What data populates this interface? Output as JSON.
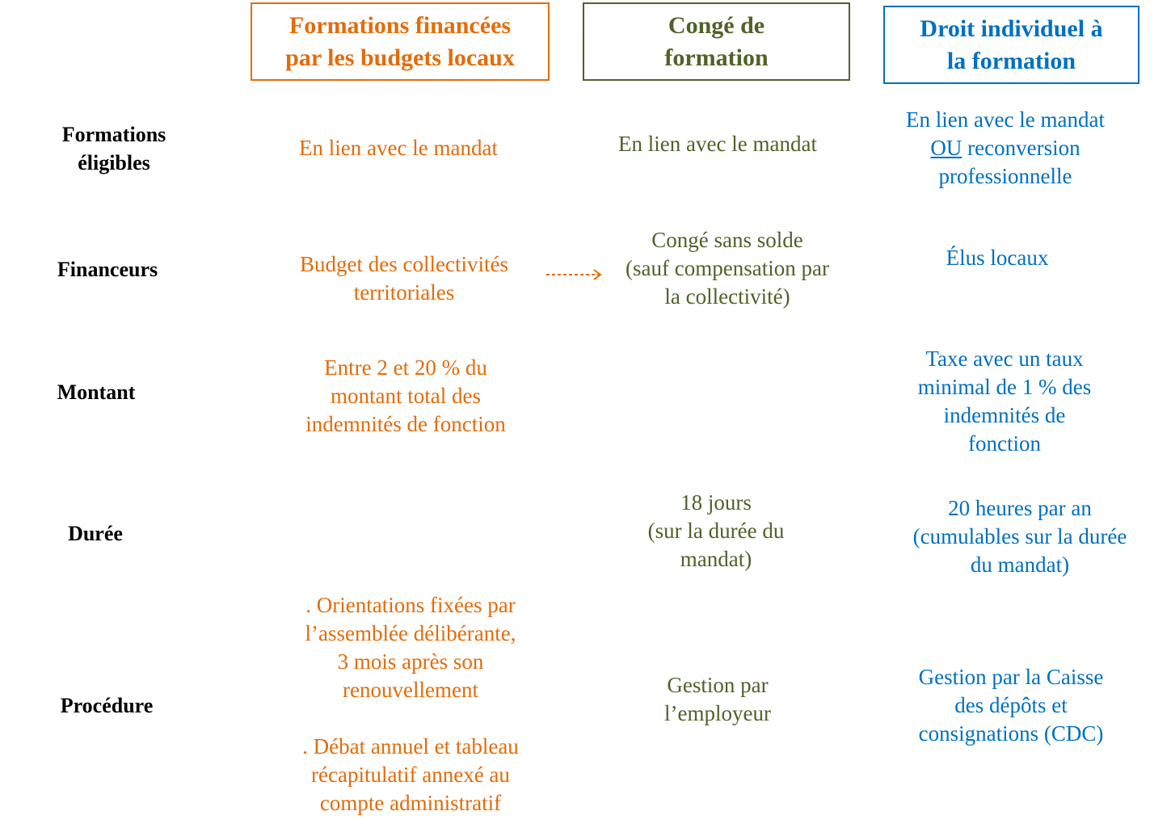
{
  "colors": {
    "orange": "#E36C0A",
    "green": "#4F6228",
    "blue": "#0070C0"
  },
  "headers": [
    {
      "title": "Formations financées\npar les budgets locaux"
    },
    {
      "title": "Congé de\nformation"
    },
    {
      "title": "Droit individuel à\nla formation"
    }
  ],
  "rows": [
    {
      "label": "Formations\néligibles"
    },
    {
      "label": "Financeurs"
    },
    {
      "label": "Montant"
    },
    {
      "label": "Durée"
    },
    {
      "label": "Procédure"
    }
  ],
  "cells": {
    "col1": {
      "eligibles": "En lien avec le mandat",
      "financeurs": "Budget des collectivités\nterritoriales",
      "montant": "Entre 2 et 20 % du\nmontant total des\nindemnités de fonction",
      "procedure_1": ". Orientations fixées par\nl’assemblée délibérante,\n3 mois après son\nrenouvellement",
      "procedure_2": ". Débat annuel et tableau\nrécapitulatif annexé au\ncompte administratif"
    },
    "col2": {
      "eligibles": "En lien avec le mandat",
      "financeurs": "Congé sans solde\n(sauf compensation par\nla collectivité)",
      "duree": "18 jours\n(sur la durée du\nmandat)",
      "procedure": "Gestion par\nl’employeur"
    },
    "col3": {
      "eligibles_1": "En lien avec le mandat",
      "eligibles_ou": "OU",
      "eligibles_2": " reconversion",
      "eligibles_3": "professionnelle",
      "financeurs": "Élus locaux",
      "montant": "Taxe avec un taux\nminimal de 1 % des\nindemnités de\nfonction",
      "duree": "20 heures par an\n(cumulables sur la durée\ndu mandat)",
      "procedure": "Gestion par la Caisse\ndes dépôts et\nconsignations (CDC)"
    }
  }
}
